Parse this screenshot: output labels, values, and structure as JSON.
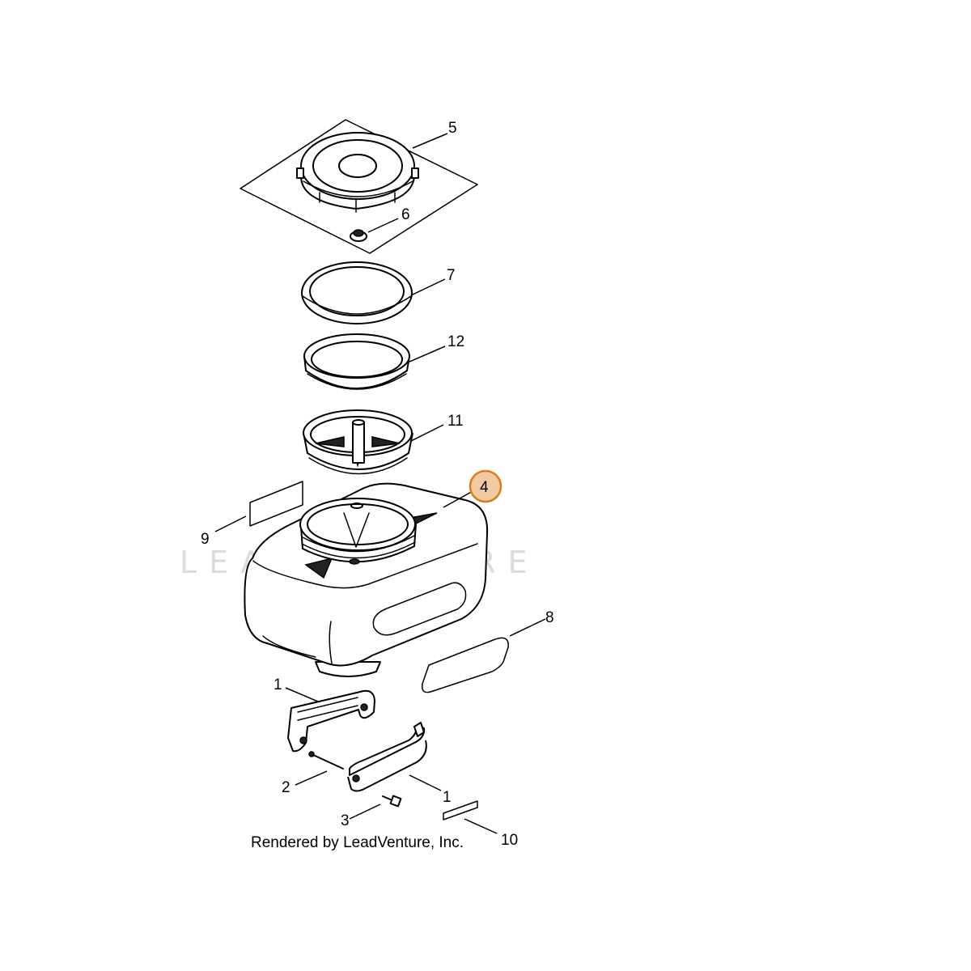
{
  "callouts": [
    {
      "id": "5",
      "label": "5"
    },
    {
      "id": "6",
      "label": "6"
    },
    {
      "id": "7",
      "label": "7"
    },
    {
      "id": "12",
      "label": "12"
    },
    {
      "id": "11",
      "label": "11"
    },
    {
      "id": "4",
      "label": "4",
      "highlighted": true
    },
    {
      "id": "9",
      "label": "9"
    },
    {
      "id": "8",
      "label": "8"
    },
    {
      "id": "1a",
      "label": "1"
    },
    {
      "id": "2",
      "label": "2"
    },
    {
      "id": "1b",
      "label": "1"
    },
    {
      "id": "3",
      "label": "3"
    },
    {
      "id": "10",
      "label": "10"
    }
  ],
  "credit": "Rendered by LeadVenture, Inc.",
  "watermark": "LEADVENTURE",
  "colors": {
    "highlight_fill": "#f2c9a0",
    "highlight_stroke": "#d4801e"
  }
}
